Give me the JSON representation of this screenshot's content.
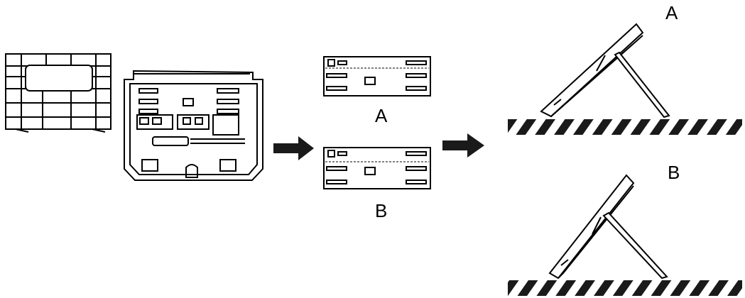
{
  "labels": {
    "slot_a": "A",
    "slot_b": "B",
    "mount_a": "A",
    "mount_b": "B"
  },
  "colors": {
    "line": "#000000",
    "fill": "#ffffff",
    "arrow": "#1a1a1a"
  }
}
